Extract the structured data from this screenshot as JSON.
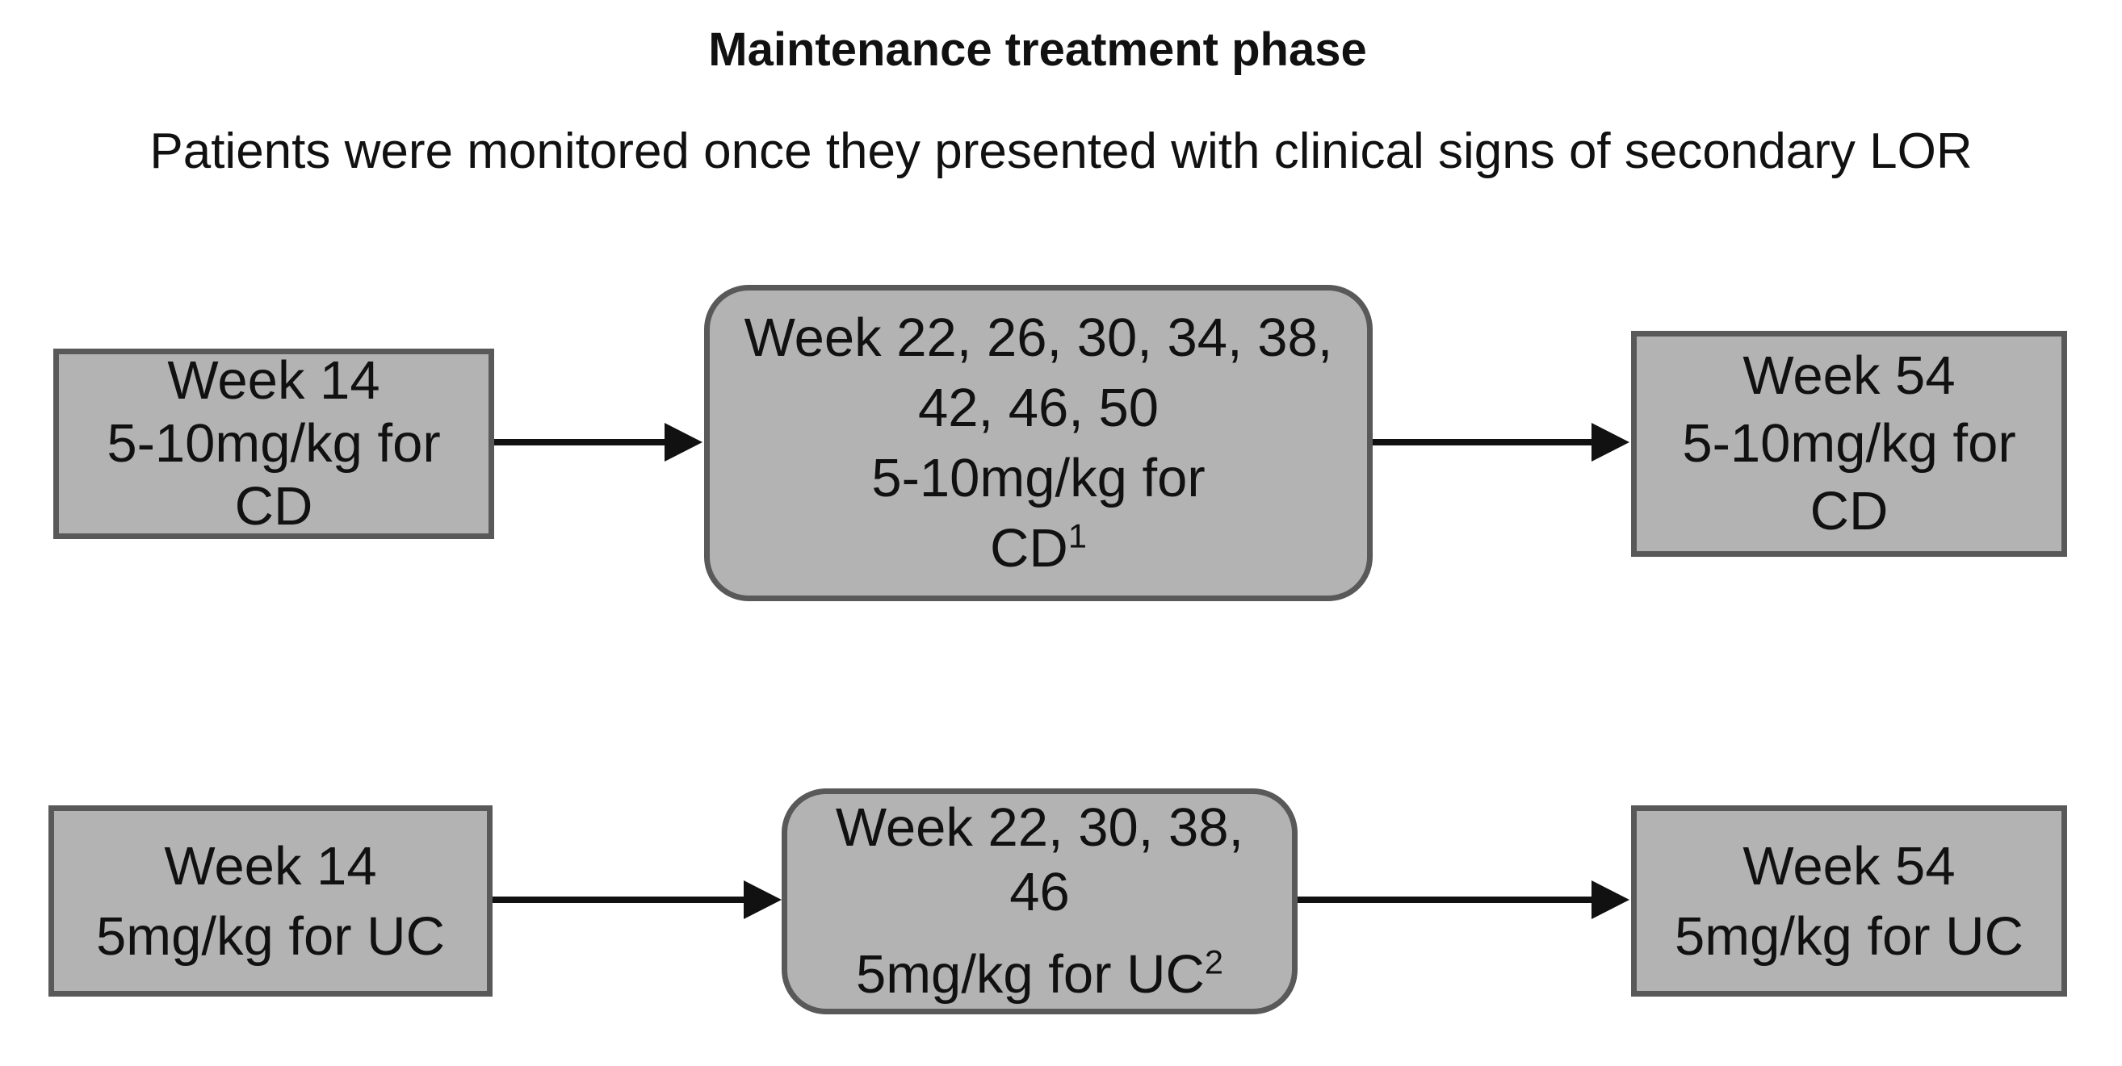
{
  "header": {
    "title": "Maintenance treatment phase",
    "subtitle": "Patients were monitored once they presented with clinical signs of secondary LOR"
  },
  "colors": {
    "box_fill": "#b3b3b3",
    "box_border": "#595959",
    "arrow": "#111111",
    "text": "#111111",
    "background": "#ffffff"
  },
  "diagram": {
    "rows": [
      {
        "id": "cd",
        "start": {
          "lines": [
            "Week 14",
            "5-10mg/kg for",
            "CD"
          ]
        },
        "maintenance": {
          "lines": [
            "Week 22, 26, 30, 34, 38,",
            "42, 46, 50",
            "5-10mg/kg for"
          ],
          "last_line_base": "CD",
          "last_line_sup": "1"
        },
        "end": {
          "lines": [
            "Week 54",
            "5-10mg/kg for",
            "CD"
          ]
        }
      },
      {
        "id": "uc",
        "start": {
          "lines": [
            "Week 14",
            "5mg/kg for UC"
          ]
        },
        "maintenance": {
          "lines": [
            "Week 22, 30, 38,",
            "46"
          ],
          "last_line_base": "5mg/kg for UC",
          "last_line_sup": "2"
        },
        "end": {
          "lines": [
            "Week 54",
            "5mg/kg for UC"
          ]
        }
      }
    ]
  }
}
